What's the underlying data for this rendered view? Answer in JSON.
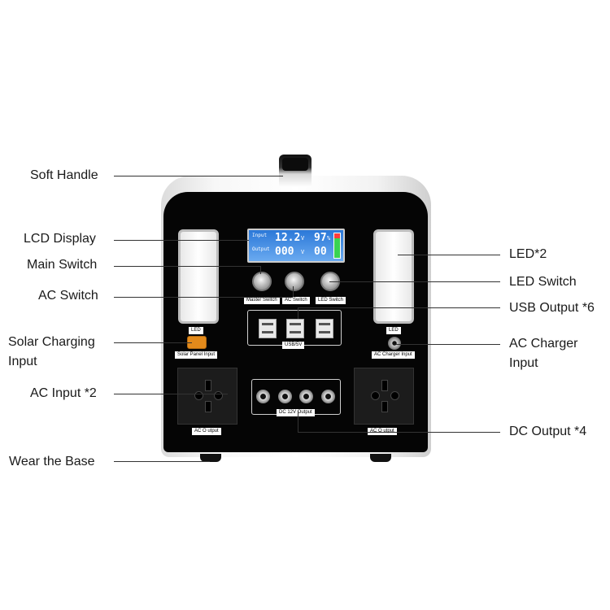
{
  "callouts": {
    "soft_handle": "Soft Handle",
    "lcd_display": "LCD Display",
    "main_switch": "Main Switch",
    "ac_switch": "AC Switch",
    "solar_charging_input_line1": "Solar Charging",
    "solar_charging_input_line2": "Input",
    "ac_input": "AC Input *2",
    "wear_the_base": "Wear the Base",
    "led": "LED*2",
    "led_switch": "LED Switch",
    "usb_output": "USB Output *6",
    "ac_charger_input_line1": "AC Charger",
    "ac_charger_input_line2": "Input",
    "dc_output": "DC Output *4"
  },
  "panel_labels": {
    "led_left": "LED",
    "led_right": "LED",
    "master_switch": "Master Switch",
    "ac_switch": "AC Switch",
    "led_switch": "LED Switch",
    "usb": "USB/5V",
    "solar_panel_input": "Solar Panel Input",
    "ac_charger_input": "AC Charger Input",
    "dc_output": "DC 12V Output",
    "ac_output_left": "AC O utput",
    "ac_output_right": "AC O utput"
  },
  "lcd": {
    "input_label": "Input",
    "output_label": "Output",
    "input_value": "12.2",
    "output_value": "000",
    "output_value_right": "00",
    "battery_value": "97",
    "unit_v": "V",
    "unit_pct": "%"
  },
  "colors": {
    "device_face": "#050505",
    "lcd_blue": "#2b78d8",
    "solar_port": "#e38a1b"
  }
}
